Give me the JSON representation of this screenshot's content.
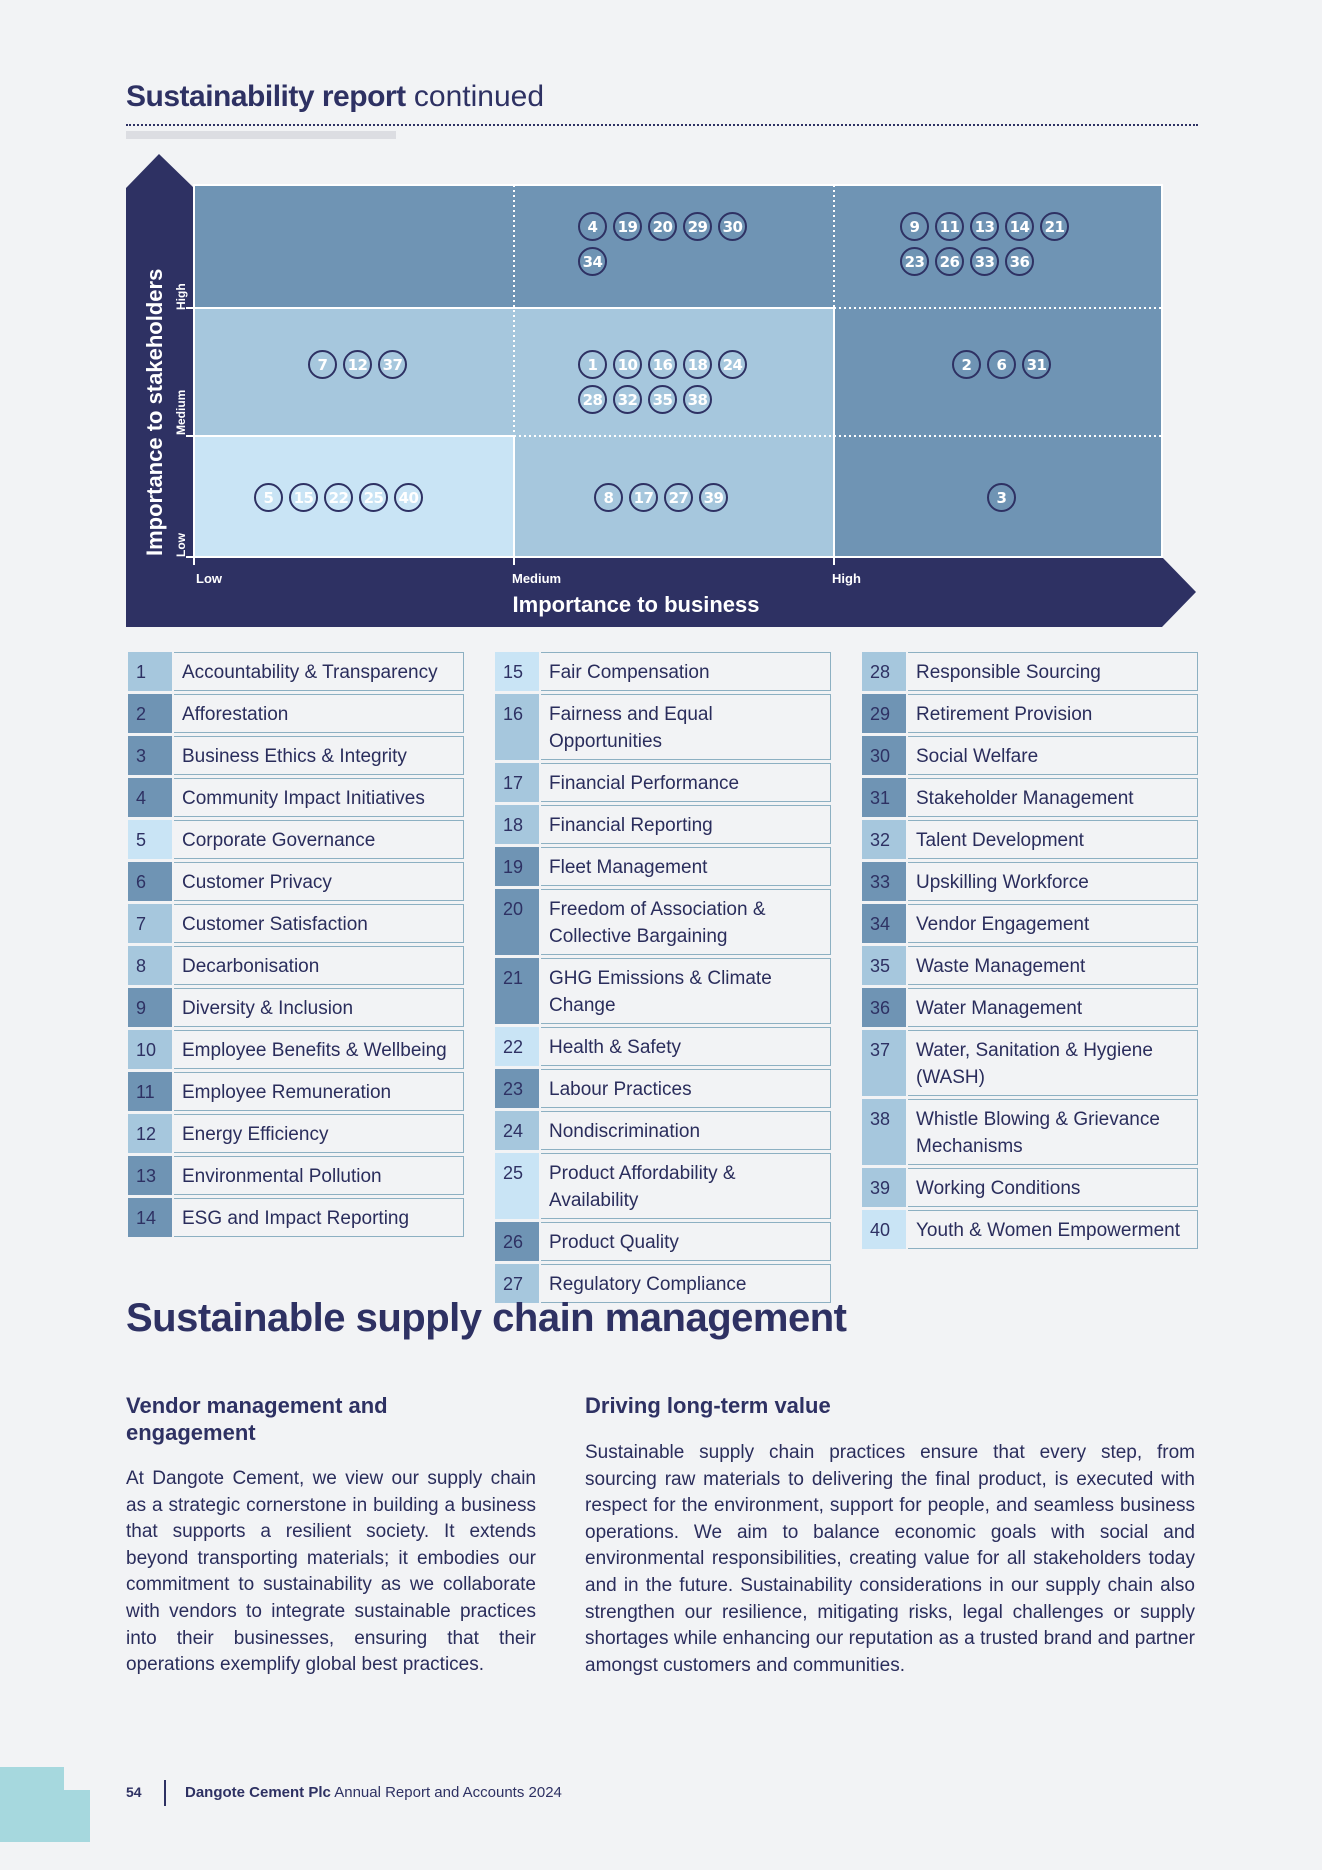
{
  "header": {
    "title_bold": "Sustainability report",
    "title_rest": "continued"
  },
  "matrix": {
    "y_axis_title": "Importance to stakeholders",
    "x_axis_title": "Importance to business",
    "y_levels": {
      "high": "High",
      "medium": "Medium",
      "low": "Low"
    },
    "x_levels": {
      "low": "Low",
      "medium": "Medium",
      "high": "High"
    },
    "cells": {
      "high_low": [],
      "high_medium": [
        "4",
        "19",
        "20",
        "29",
        "30",
        "34"
      ],
      "high_high": [
        "9",
        "11",
        "13",
        "14",
        "21",
        "23",
        "26",
        "33",
        "36"
      ],
      "medium_low": [
        "7",
        "12",
        "37"
      ],
      "medium_medium": [
        "1",
        "10",
        "16",
        "18",
        "24",
        "28",
        "32",
        "35",
        "38"
      ],
      "medium_high": [
        "2",
        "6",
        "31"
      ],
      "low_low": [
        "5",
        "15",
        "22",
        "25",
        "40"
      ],
      "low_medium": [
        "8",
        "17",
        "27",
        "39"
      ],
      "low_high": [
        "3"
      ]
    }
  },
  "legend": {
    "col1": [
      {
        "num": "1",
        "name": "Accountability & Transparency",
        "tone": "mid"
      },
      {
        "num": "2",
        "name": "Afforestation",
        "tone": "dark"
      },
      {
        "num": "3",
        "name": "Business Ethics & Integrity",
        "tone": "dark"
      },
      {
        "num": "4",
        "name": "Community Impact Initiatives",
        "tone": "dark"
      },
      {
        "num": "5",
        "name": "Corporate Governance",
        "tone": "light"
      },
      {
        "num": "6",
        "name": "Customer Privacy",
        "tone": "dark"
      },
      {
        "num": "7",
        "name": "Customer Satisfaction",
        "tone": "mid"
      },
      {
        "num": "8",
        "name": "Decarbonisation",
        "tone": "mid"
      },
      {
        "num": "9",
        "name": "Diversity & Inclusion",
        "tone": "dark"
      },
      {
        "num": "10",
        "name": "Employee Benefits & Wellbeing",
        "tone": "mid"
      },
      {
        "num": "11",
        "name": "Employee Remuneration",
        "tone": "dark"
      },
      {
        "num": "12",
        "name": "Energy Efficiency",
        "tone": "mid"
      },
      {
        "num": "13",
        "name": "Environmental Pollution",
        "tone": "dark"
      },
      {
        "num": "14",
        "name": "ESG and Impact Reporting",
        "tone": "dark"
      }
    ],
    "col2": [
      {
        "num": "15",
        "name": "Fair Compensation",
        "tone": "light"
      },
      {
        "num": "16",
        "name": "Fairness and Equal Opportunities",
        "tone": "mid"
      },
      {
        "num": "17",
        "name": "Financial Performance",
        "tone": "mid"
      },
      {
        "num": "18",
        "name": "Financial Reporting",
        "tone": "mid"
      },
      {
        "num": "19",
        "name": "Fleet Management",
        "tone": "dark"
      },
      {
        "num": "20",
        "name": "Freedom of Association & Collective Bargaining",
        "tone": "dark"
      },
      {
        "num": "21",
        "name": "GHG Emissions & Climate Change",
        "tone": "dark"
      },
      {
        "num": "22",
        "name": "Health & Safety",
        "tone": "light"
      },
      {
        "num": "23",
        "name": "Labour Practices",
        "tone": "dark"
      },
      {
        "num": "24",
        "name": " Nondiscrimination",
        "tone": "mid"
      },
      {
        "num": "25",
        "name": "Product Affordability & Availability",
        "tone": "light"
      },
      {
        "num": "26",
        "name": "Product Quality",
        "tone": "dark"
      },
      {
        "num": "27",
        "name": "Regulatory Compliance",
        "tone": "mid"
      }
    ],
    "col3": [
      {
        "num": "28",
        "name": "Responsible Sourcing",
        "tone": "mid"
      },
      {
        "num": "29",
        "name": "Retirement Provision",
        "tone": "dark"
      },
      {
        "num": "30",
        "name": "Social Welfare",
        "tone": "dark"
      },
      {
        "num": "31",
        "name": "Stakeholder Management",
        "tone": "dark"
      },
      {
        "num": "32",
        "name": "Talent Development",
        "tone": "mid"
      },
      {
        "num": "33",
        "name": "Upskilling Workforce",
        "tone": "dark"
      },
      {
        "num": "34",
        "name": "Vendor Engagement",
        "tone": "dark"
      },
      {
        "num": "35",
        "name": "Waste Management",
        "tone": "mid"
      },
      {
        "num": "36",
        "name": "Water Management",
        "tone": "dark"
      },
      {
        "num": "37",
        "name": "Water, Sanitation & Hygiene (WASH)",
        "tone": "mid"
      },
      {
        "num": "38",
        "name": "Whistle Blowing & Grievance Mechanisms",
        "tone": "mid"
      },
      {
        "num": "39",
        "name": "Working Conditions",
        "tone": "mid"
      },
      {
        "num": "40",
        "name": "Youth & Women Empowerment",
        "tone": "light"
      }
    ]
  },
  "section": {
    "title": "Sustainable supply chain management",
    "left_heading": "Vendor management and engagement",
    "left_text": "At Dangote Cement, we view our supply chain as a strategic cornerstone in building a business that supports a resilient society. It extends beyond transporting materials; it embodies our commitment to sustainability as we collaborate with vendors to integrate sustainable practices into their businesses, ensuring that their operations exemplify global best practices.",
    "right_heading": "Driving long-term value",
    "right_text": "Sustainable supply chain practices ensure that every step, from sourcing raw materials to delivering the final product, is executed with respect for the environment, support for people, and seamless business operations. We aim to balance economic goals with social and environmental responsibilities, creating value for all stakeholders today and in the future. Sustainability considerations in our supply chain also strengthen our resilience, mitigating risks, legal challenges or supply shortages while enhancing our reputation as a trusted brand and partner amongst customers and communities."
  },
  "footer": {
    "page": "54",
    "company": "Dangote Cement Plc",
    "report": "Annual Report and Accounts 2024"
  },
  "colors": {
    "navy": "#2e3163",
    "dark": "#6f94b4",
    "mid": "#a6c7dd",
    "light": "#c9e4f5",
    "accent": "#a6d8de"
  }
}
